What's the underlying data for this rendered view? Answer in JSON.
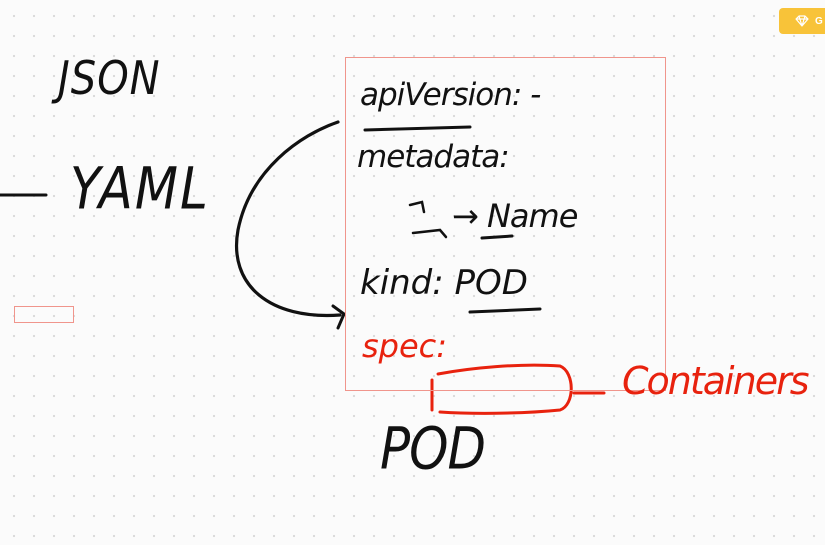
{
  "canvas": {
    "background": "#fbfbfb",
    "ink_colors": {
      "black": "#111111",
      "red": "#e8220e"
    }
  },
  "toolbar": {
    "premium_icon": "diamond-icon",
    "premium_label": "G",
    "accent": "#f8c339"
  },
  "notes": {
    "json": "JSON",
    "yaml": "YAML",
    "apiversion": "apiVersion: -",
    "metadata": "metadata:",
    "name": "→ Name",
    "kind": "kind: POD",
    "spec": "spec:",
    "containers": "Containers",
    "pod": "POD"
  }
}
